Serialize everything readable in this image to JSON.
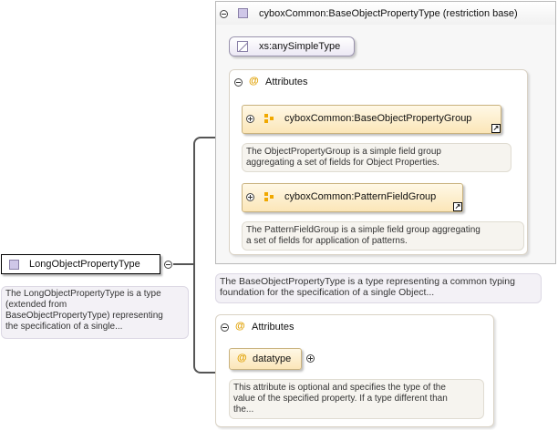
{
  "root": {
    "label": "LongObjectPropertyType",
    "doc": [
      "The LongObjectPropertyType is a type",
      "(extended from",
      "BaseObjectPropertyType) representing",
      "the specification of a single..."
    ]
  },
  "base": {
    "label": "cyboxCommon:BaseObjectPropertyType (restriction base)",
    "simple_type": "xs:anySimpleType",
    "attributes_label": "Attributes",
    "groups": [
      {
        "label": "cyboxCommon:BaseObjectPropertyGroup",
        "doc": [
          "The ObjectPropertyGroup is a simple field group",
          "aggregating a set of fields for Object Properties."
        ]
      },
      {
        "label": "cyboxCommon:PatternFieldGroup",
        "doc": [
          "The PatternFieldGroup is a simple field group aggregating",
          "a set of fields for application of patterns."
        ]
      }
    ],
    "doc": [
      "The BaseObjectPropertyType is a type representing a common typing",
      "foundation for the specification of a single Object..."
    ]
  },
  "own_attributes": {
    "label": "Attributes",
    "attribute": {
      "label": "datatype",
      "doc": [
        "This attribute is optional and specifies the type of the",
        "value of the specified property. If a type different than",
        "the..."
      ]
    }
  }
}
